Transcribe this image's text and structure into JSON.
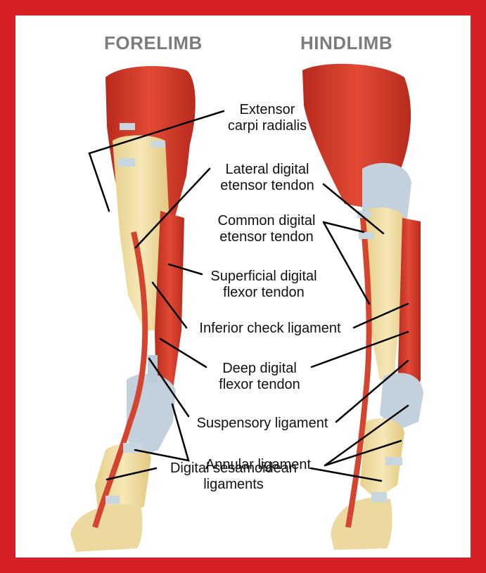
{
  "headings": {
    "forelimb": "FORELIMB",
    "hindlimb": "HINDLIMB"
  },
  "labels": {
    "extensor_carpi_radialis": {
      "line1": "Extensor",
      "line2": "carpi radialis"
    },
    "lateral_digital_extensor": {
      "line1": "Lateral digital",
      "line2": "etensor tendon"
    },
    "common_digital_extensor": {
      "line1": "Common digital",
      "line2": "etensor tendon"
    },
    "superficial_digital_flexor": {
      "line1": "Superficial digital",
      "line2": "flexor tendon"
    },
    "inferior_check_ligament": {
      "line1": "Inferior check ligament"
    },
    "deep_digital_flexor": {
      "line1": "Deep digital",
      "line2": "flexor tendon"
    },
    "suspensory_ligament": {
      "line1": "Suspensory ligament"
    },
    "annular_ligament": {
      "line1": "Annular ligament"
    },
    "digital_sesamoidean": {
      "line1": "Digital sesamoidean",
      "line2": "ligaments"
    }
  },
  "colors": {
    "frame": "#d71f26",
    "muscle": "#cf3a2a",
    "bone": "#f1dfa5",
    "ligament": "#b9ccd9",
    "heading": "#7a7c7e",
    "leader": "#000000"
  }
}
